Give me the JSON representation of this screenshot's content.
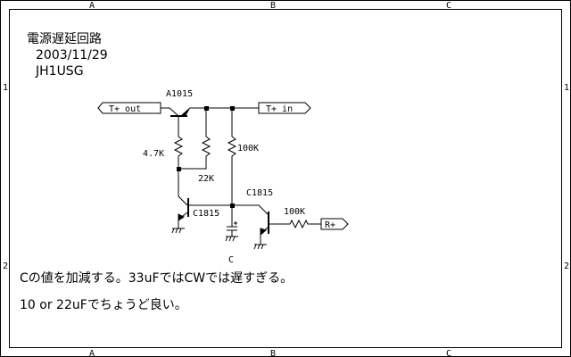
{
  "frame": {
    "columns": [
      "A",
      "B",
      "C"
    ],
    "rows": [
      "1",
      "2"
    ]
  },
  "title_block": {
    "title": "電源遅延回路",
    "date": "2003/11/29",
    "author": "JH1USG"
  },
  "ports": {
    "t_out": "T+ out",
    "t_in": "T+ in",
    "r_plus": "R+"
  },
  "components": {
    "q1": "A1015",
    "r1": "4.7K",
    "r2": "22K",
    "r3": "100K",
    "q2": "C1815",
    "q3": "C1815",
    "r4": "100K",
    "c1": "C"
  },
  "notes": [
    "Cの値を加減する。33uFではCWでは遅すぎる。",
    "10 or 22uFでちょうど良い。"
  ]
}
